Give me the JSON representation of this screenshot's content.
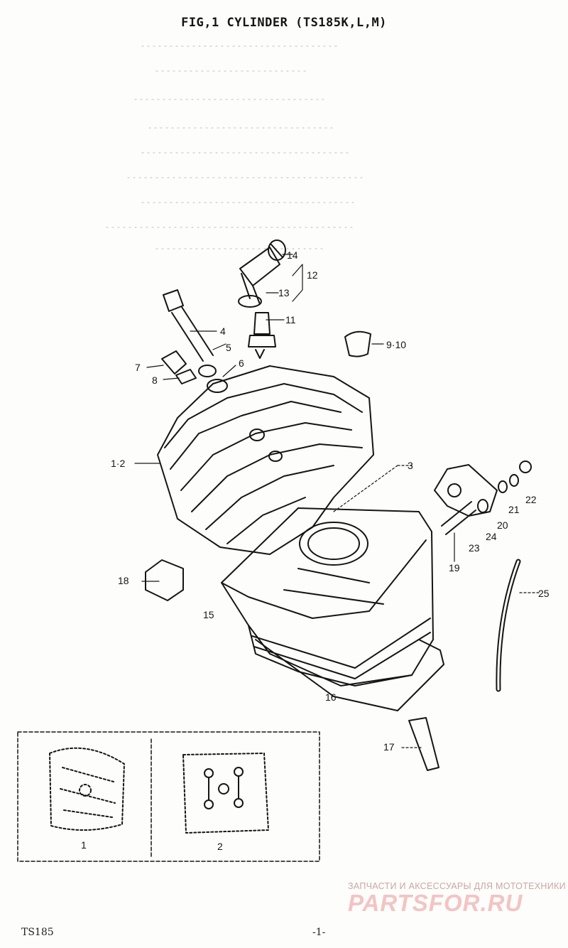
{
  "title": "FIG,1  CYLINDER (TS185K,L,M)",
  "callouts": [
    {
      "id": "c14",
      "text": "14"
    },
    {
      "id": "c12",
      "text": "12"
    },
    {
      "id": "c13",
      "text": "13"
    },
    {
      "id": "c11",
      "text": "11"
    },
    {
      "id": "c4",
      "text": "4"
    },
    {
      "id": "c5",
      "text": "5"
    },
    {
      "id": "c6",
      "text": "6"
    },
    {
      "id": "c7",
      "text": "7"
    },
    {
      "id": "c8",
      "text": "8"
    },
    {
      "id": "c910",
      "text": "9·10"
    },
    {
      "id": "c12b",
      "text": "1·2"
    },
    {
      "id": "c3",
      "text": "3"
    },
    {
      "id": "c22",
      "text": "22"
    },
    {
      "id": "c21",
      "text": "21"
    },
    {
      "id": "c20",
      "text": "20"
    },
    {
      "id": "c24",
      "text": "24"
    },
    {
      "id": "c23",
      "text": "23"
    },
    {
      "id": "c19",
      "text": "19"
    },
    {
      "id": "c18",
      "text": "18"
    },
    {
      "id": "c15",
      "text": "15"
    },
    {
      "id": "c25",
      "text": "25"
    },
    {
      "id": "c16",
      "text": "16"
    },
    {
      "id": "c17",
      "text": "17"
    }
  ],
  "inset": {
    "left_label": "1",
    "right_label": "2"
  },
  "footer": {
    "left": "TS185",
    "page": "-1-"
  },
  "watermark": {
    "line1": "ЗАПЧАСТИ И АКСЕССУАРЫ ДЛЯ МОТОТЕХНИКИ",
    "line2": "PARTSFOR.RU"
  }
}
